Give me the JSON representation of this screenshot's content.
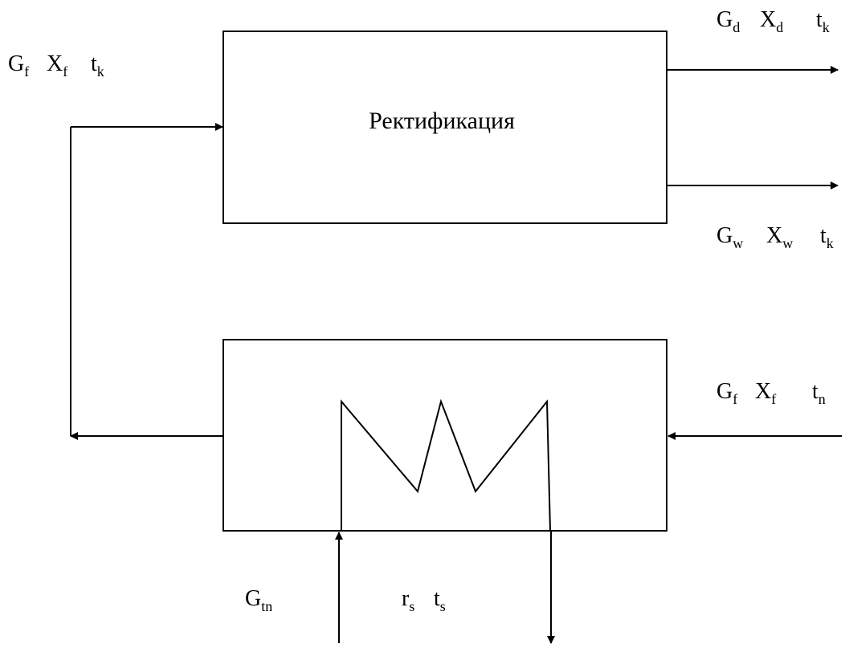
{
  "diagram": {
    "top_block": {
      "title": "Ректификация"
    },
    "labels": {
      "feed_in_top": [
        {
          "main": "G",
          "sub": "f"
        },
        {
          "main": "X",
          "sub": "f"
        },
        {
          "main": "t",
          "sub": "k"
        }
      ],
      "distillate_out": [
        {
          "main": "G",
          "sub": "d"
        },
        {
          "main": "X",
          "sub": "d"
        },
        {
          "main": "t",
          "sub": "k"
        }
      ],
      "bottoms_out": [
        {
          "main": "G",
          "sub": "w"
        },
        {
          "main": "X",
          "sub": "w"
        },
        {
          "main": "t",
          "sub": "k"
        }
      ],
      "feed_in_heater": [
        {
          "main": "G",
          "sub": "f"
        },
        {
          "main": "X",
          "sub": "f"
        },
        {
          "main": "t",
          "sub": "n"
        }
      ],
      "steam_in": [
        {
          "main": "G",
          "sub": "tn"
        }
      ],
      "steam_params": [
        {
          "main": "r",
          "sub": "s"
        },
        {
          "main": "t",
          "sub": "s"
        }
      ]
    },
    "colors": {
      "stroke": "#000000",
      "background": "#ffffff"
    }
  }
}
